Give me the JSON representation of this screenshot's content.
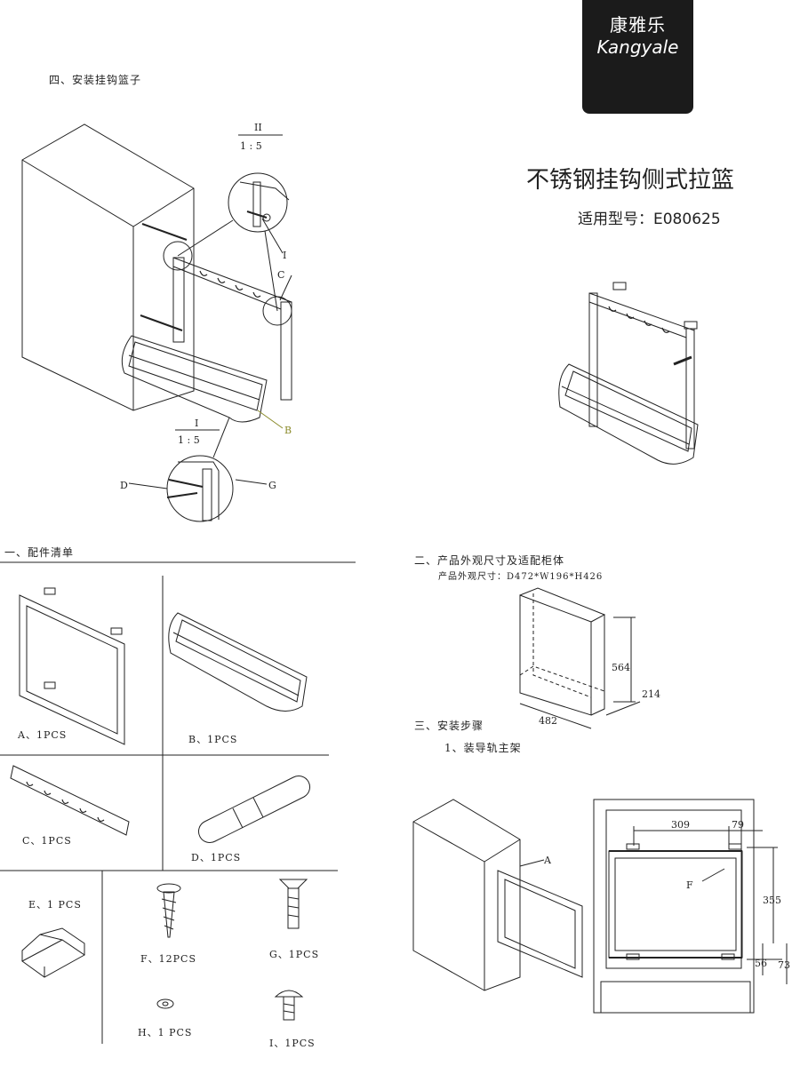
{
  "brand": {
    "logo_cn": "康雅乐",
    "logo_en": "Kangyale"
  },
  "product": {
    "title": "不锈钢挂钩侧式拉篮",
    "model": "适用型号：E080625"
  },
  "sections": {
    "install_basket": "四、安装挂钩篮子",
    "parts_list": "一、配件清单",
    "dimensions": "二、产品外观尺寸及适配柜体",
    "dimensions_sub": "产品外观尺寸：D472*W196*H426",
    "install_steps": "三、安装步骤",
    "step1": "1、装导轨主架"
  },
  "detail_views": {
    "view2_top": "II",
    "view2_scale": "1 : 5",
    "view1_top": "I",
    "view1_scale": "1 : 5"
  },
  "callouts": {
    "I": "I",
    "C": "C",
    "B": "B",
    "D": "D",
    "G": "G",
    "A": "A",
    "F": "F"
  },
  "parts": [
    {
      "id": "A",
      "label": "A、1PCS"
    },
    {
      "id": "B",
      "label": "B、1PCS"
    },
    {
      "id": "C",
      "label": "C、1PCS"
    },
    {
      "id": "D",
      "label": "D、1PCS"
    },
    {
      "id": "E",
      "label": "E、1 PCS"
    },
    {
      "id": "F",
      "label": "F、12PCS"
    },
    {
      "id": "G",
      "label": "G、1PCS"
    },
    {
      "id": "H",
      "label": "H、1 PCS"
    },
    {
      "id": "I",
      "label": "I、1PCS"
    }
  ],
  "cabinet_dims": {
    "height": "564",
    "depth": "214",
    "width": "482"
  },
  "rail_dims": {
    "d309": "309",
    "d79": "79",
    "d355": "355",
    "d56": "56",
    "d73": "73"
  },
  "colors": {
    "logo_bg": "#1b1b1b",
    "line": "#222222",
    "callout_b": "#8a8a2a"
  }
}
